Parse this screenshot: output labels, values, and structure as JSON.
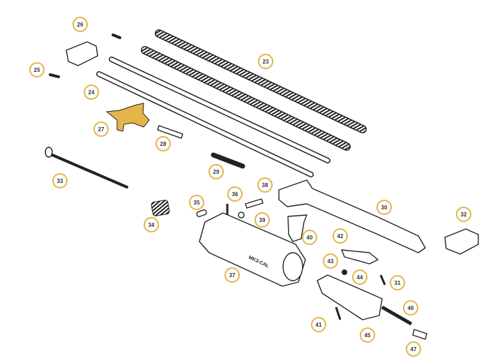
{
  "title": "Bolt carrier group exploded parts diagram",
  "colors": {
    "callout_border": "#e2b549",
    "highlight_part": "#e4b64a",
    "line": "#222222"
  },
  "highlighted_part": "27",
  "carrier_marking": "MK3-CAL",
  "callouts": [
    "26",
    "25",
    "24",
    "23",
    "27",
    "28",
    "29",
    "33",
    "34",
    "35",
    "36",
    "38",
    "39",
    "40",
    "42",
    "30",
    "32",
    "37",
    "43",
    "44",
    "31",
    "46",
    "41",
    "45",
    "47"
  ]
}
